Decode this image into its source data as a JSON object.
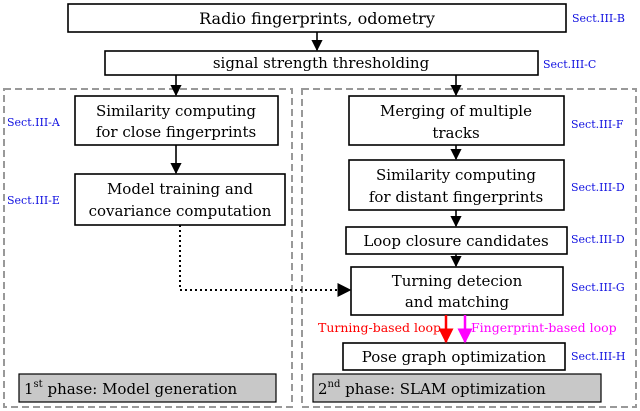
{
  "colors": {
    "section_ref": "#1010e0",
    "turning_loop": "#ff0000",
    "fingerprint_loop": "#ff00ff",
    "phase_dash": "#999999",
    "phase_label_bg": "#c8c8c8"
  },
  "nodes": {
    "radio": {
      "text": "Radio fingerprints, odometry",
      "section": "Sect.III-B"
    },
    "threshold": {
      "text": "signal strength thresholding",
      "section": "Sect.III-C"
    },
    "sim_close": {
      "line1": "Similarity computing",
      "line2": "for close fingerprints",
      "section": "Sect.III-A"
    },
    "model": {
      "line1": "Model training and",
      "line2": "covariance computation",
      "section": "Sect.III-E"
    },
    "merge": {
      "line1": "Merging of multiple",
      "line2": "tracks",
      "section": "Sect.III-F"
    },
    "sim_distant": {
      "line1": "Similarity computing",
      "line2": "for distant fingerprints",
      "section": "Sect.III-D"
    },
    "loop": {
      "text": "Loop closure candidates",
      "section": "Sect.III-D"
    },
    "turning": {
      "line1": "Turning detecion",
      "line2": "and matching",
      "section": "Sect.III-G"
    },
    "pose": {
      "text": "Pose graph optimization",
      "section": "Sect.III-H"
    }
  },
  "edge_labels": {
    "turning_loop": "Turning-based loop",
    "fingerprint_loop": "Fingerprint-based loop"
  },
  "phases": {
    "phase1": {
      "ordinal": "1",
      "superscript": "st",
      "label": " phase: Model generation"
    },
    "phase2": {
      "ordinal": "2",
      "superscript": "nd",
      "label": " phase: SLAM optimization"
    }
  }
}
